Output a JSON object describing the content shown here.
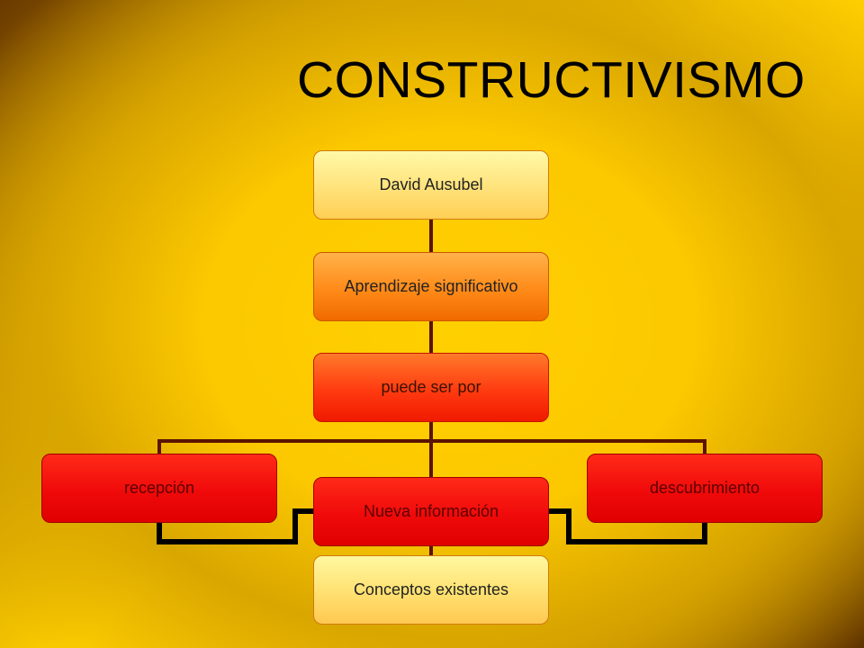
{
  "slide": {
    "title": "CONSTRUCTIVISMO"
  },
  "diagram": {
    "nodes": {
      "ausubel": "David Ausubel",
      "aprendizaje": "Aprendizaje significativo",
      "puede": "puede ser por",
      "recepcion": "recepción",
      "nueva": "Nueva información",
      "descubrimiento": "descubrimiento",
      "conceptos": "Conceptos existentes"
    },
    "colors": {
      "connector_dark": "#5a1400",
      "connector_black": "#000000"
    }
  }
}
